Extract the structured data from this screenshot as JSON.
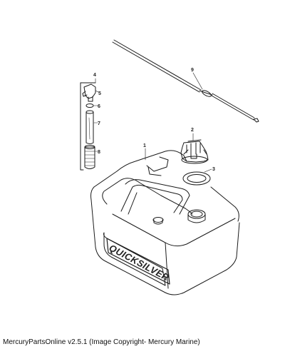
{
  "diagram": {
    "parts": [
      {
        "id": "1",
        "label": "1"
      },
      {
        "id": "2",
        "label": "2"
      },
      {
        "id": "3",
        "label": "3"
      },
      {
        "id": "4",
        "label": "4"
      },
      {
        "id": "5",
        "label": "5"
      },
      {
        "id": "6",
        "label": "6"
      },
      {
        "id": "7",
        "label": "7"
      },
      {
        "id": "8",
        "label": "8"
      },
      {
        "id": "9",
        "label": "9"
      }
    ],
    "brand_text": "QUICKSILVER"
  },
  "footer": {
    "caption": "MercuryPartsOnline v2.5.1 (Image Copyright- Mercury Marine)"
  }
}
